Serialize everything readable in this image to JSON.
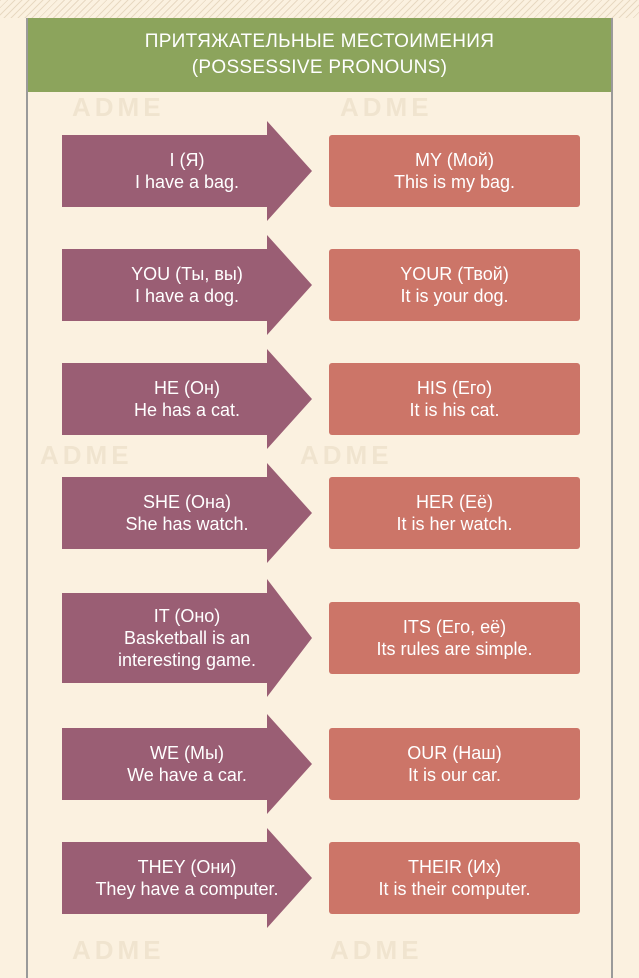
{
  "header": {
    "title_line1": "ПРИТЯЖАТЕЛЬНЫЕ МЕСТОИМЕНИЯ",
    "title_line2": "(POSSESSIVE PRONOUNS)"
  },
  "watermark": "ADME",
  "rows": [
    {
      "pronoun": [
        "I (Я)",
        "I have a bag."
      ],
      "possessive": [
        "MY (Мой)",
        "This is my bag."
      ]
    },
    {
      "pronoun": [
        "YOU (Ты, вы)",
        "I have a dog."
      ],
      "possessive": [
        "YOUR (Твой)",
        "It is your dog."
      ]
    },
    {
      "pronoun": [
        "HE (Он)",
        "He has a cat."
      ],
      "possessive": [
        "HIS (Его)",
        "It is his cat."
      ]
    },
    {
      "pronoun": [
        "SHE (Она)",
        "She has watch."
      ],
      "possessive": [
        "HER (Её)",
        "It is her watch."
      ]
    },
    {
      "pronoun": [
        "IT (Оно)",
        "Basketball is an",
        "interesting game."
      ],
      "possessive": [
        "ITS (Его, её)",
        "Its rules are simple."
      ]
    },
    {
      "pronoun": [
        "WE (Мы)",
        "We have a car."
      ],
      "possessive": [
        "OUR (Наш)",
        "It is our car."
      ]
    },
    {
      "pronoun": [
        "THEY (Они)",
        "They have a computer."
      ],
      "possessive": [
        "THEIR (Их)",
        "It is their computer."
      ]
    }
  ],
  "colors": {
    "background": "#fbf1e0",
    "header": "#8ca45c",
    "arrow": "#9a5e74",
    "box": "#cc7568"
  }
}
